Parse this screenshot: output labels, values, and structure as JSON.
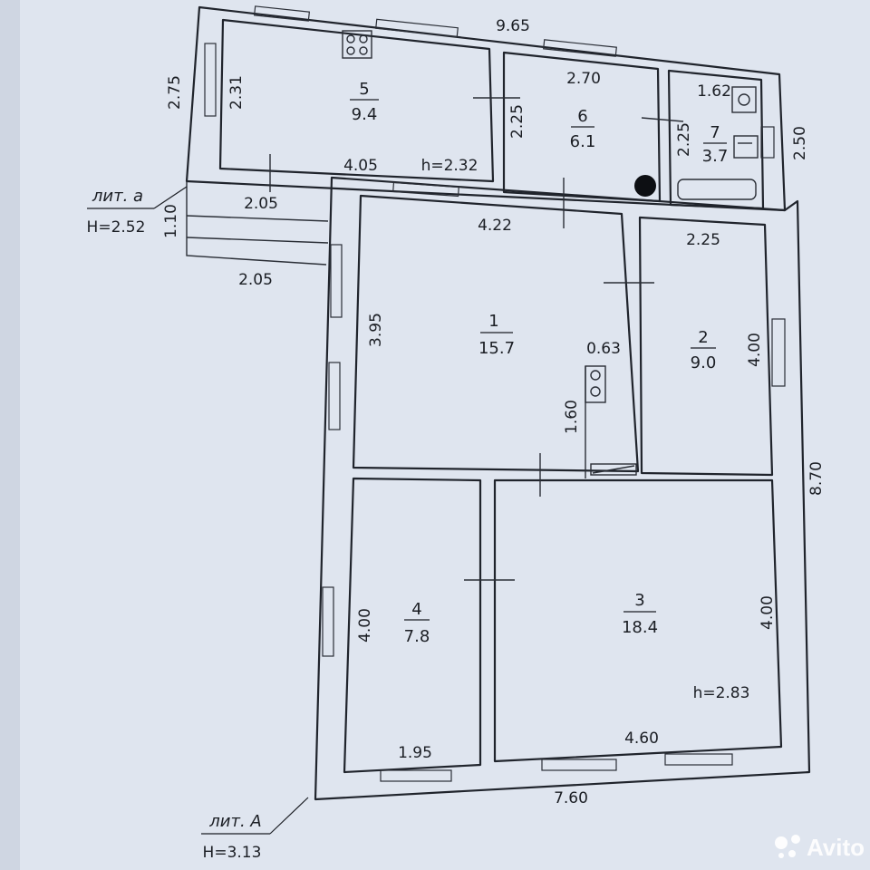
{
  "plan": {
    "overall": {
      "top_width": "9.65",
      "bottom_width": "7.60",
      "right_height": "8.70"
    },
    "rooms": [
      {
        "id": "1",
        "area": "15.7"
      },
      {
        "id": "2",
        "area": "9.0"
      },
      {
        "id": "3",
        "area": "18.4"
      },
      {
        "id": "4",
        "area": "7.8"
      },
      {
        "id": "5",
        "area": "9.4"
      },
      {
        "id": "6",
        "area": "6.1"
      },
      {
        "id": "7",
        "area": "3.7"
      }
    ],
    "dims": {
      "r5_h_outer": "2.75",
      "r5_h_inner": "2.31",
      "r5_w": "4.05",
      "r5_ceiling": "h=2.32",
      "r6_w": "2.70",
      "r6_h": "2.25",
      "r7_w": "1.62",
      "r7_h": "2.25",
      "right_ext_h": "2.50",
      "porch_w_top": "2.05",
      "porch_w_bottom": "2.05",
      "porch_h": "1.10",
      "r1_w": "4.22",
      "r1_h": "3.95",
      "niche_w": "0.63",
      "niche_h": "1.60",
      "r2_w": "2.25",
      "r2_h": "4.00",
      "r3_w": "4.60",
      "r3_h": "4.00",
      "r3_ceiling": "h=2.83",
      "r4_w": "1.95",
      "r4_h": "4.00"
    },
    "lit_a_small": {
      "name": "лит. а",
      "height": "H=2.52"
    },
    "lit_A_main": {
      "name": "лит. А",
      "height": "H=3.13"
    },
    "watermark": "Avito"
  }
}
